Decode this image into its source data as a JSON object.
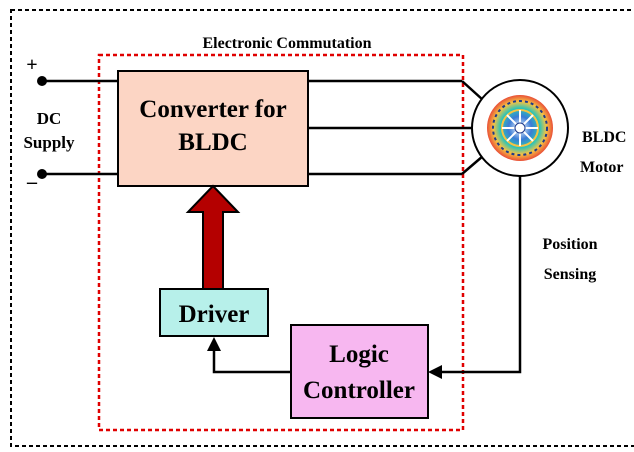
{
  "labels": {
    "electronic_commutation": "Electronic Commutation",
    "dc_line1": "DC",
    "dc_line2": "Supply",
    "plus": "+",
    "minus": "_",
    "converter_line1": "Converter for",
    "converter_line2": "BLDC",
    "driver": "Driver",
    "logic_line1": "Logic",
    "logic_line2": "Controller",
    "bldc_line1": "BLDC",
    "bldc_line2": "Motor",
    "position_line1": "Position",
    "position_line2": "Sensing"
  },
  "colors": {
    "converter_fill": "#fcd5c4",
    "driver_fill": "#b7f0ea",
    "logic_fill": "#f7b7f0",
    "red_arrow": "#b40000",
    "dashed_red": "#e00000",
    "outline": "#000000"
  },
  "icons": {
    "motor": "motor-rotor-icon"
  }
}
